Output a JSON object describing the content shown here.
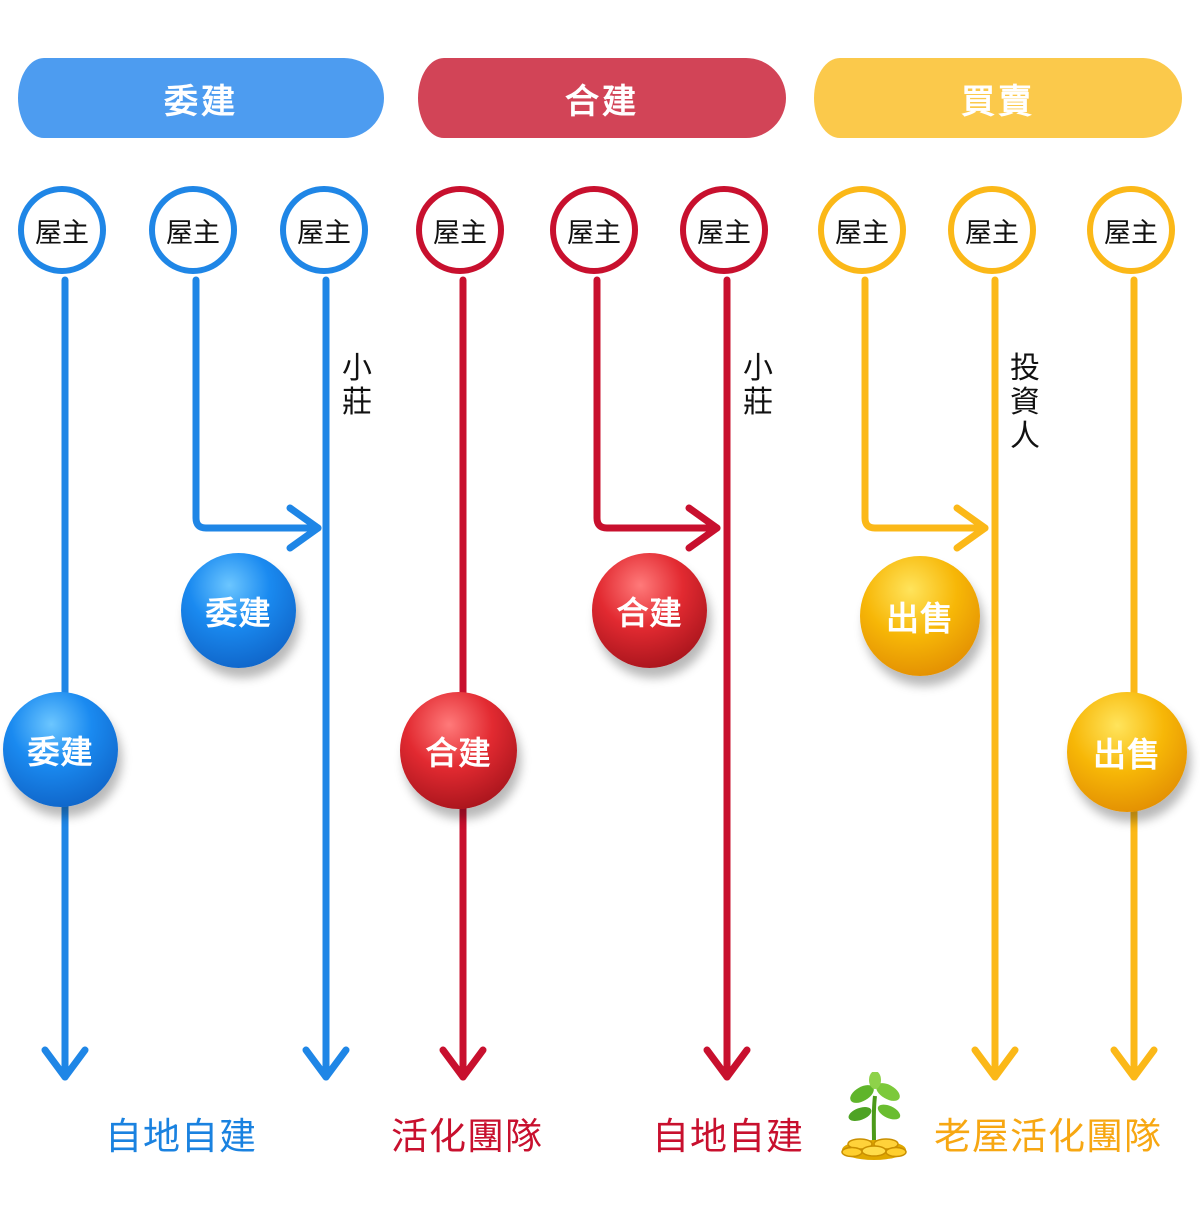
{
  "banners": [
    {
      "label": "委建"
    },
    {
      "label": "合建"
    },
    {
      "label": "買賣"
    }
  ],
  "owner_label": "屋主",
  "actors": {
    "blue_side": "小莊",
    "red_side": "小莊",
    "yellow_side": "投資人"
  },
  "actions": {
    "blue": "委建",
    "red": "合建",
    "yellow": "出售"
  },
  "outcomes": {
    "blue": "自地自建",
    "red_left": "活化團隊",
    "red_right": "自地自建",
    "yellow": "老屋活化團隊"
  },
  "icons": [
    "plant-coins-icon"
  ],
  "colors": {
    "blue": "#1f86e6",
    "red": "#c8102e",
    "yellow": "#fbb818",
    "banner_blue": "#4d9cf0",
    "banner_red": "#d24457",
    "banner_yellow": "#fbc94b"
  }
}
